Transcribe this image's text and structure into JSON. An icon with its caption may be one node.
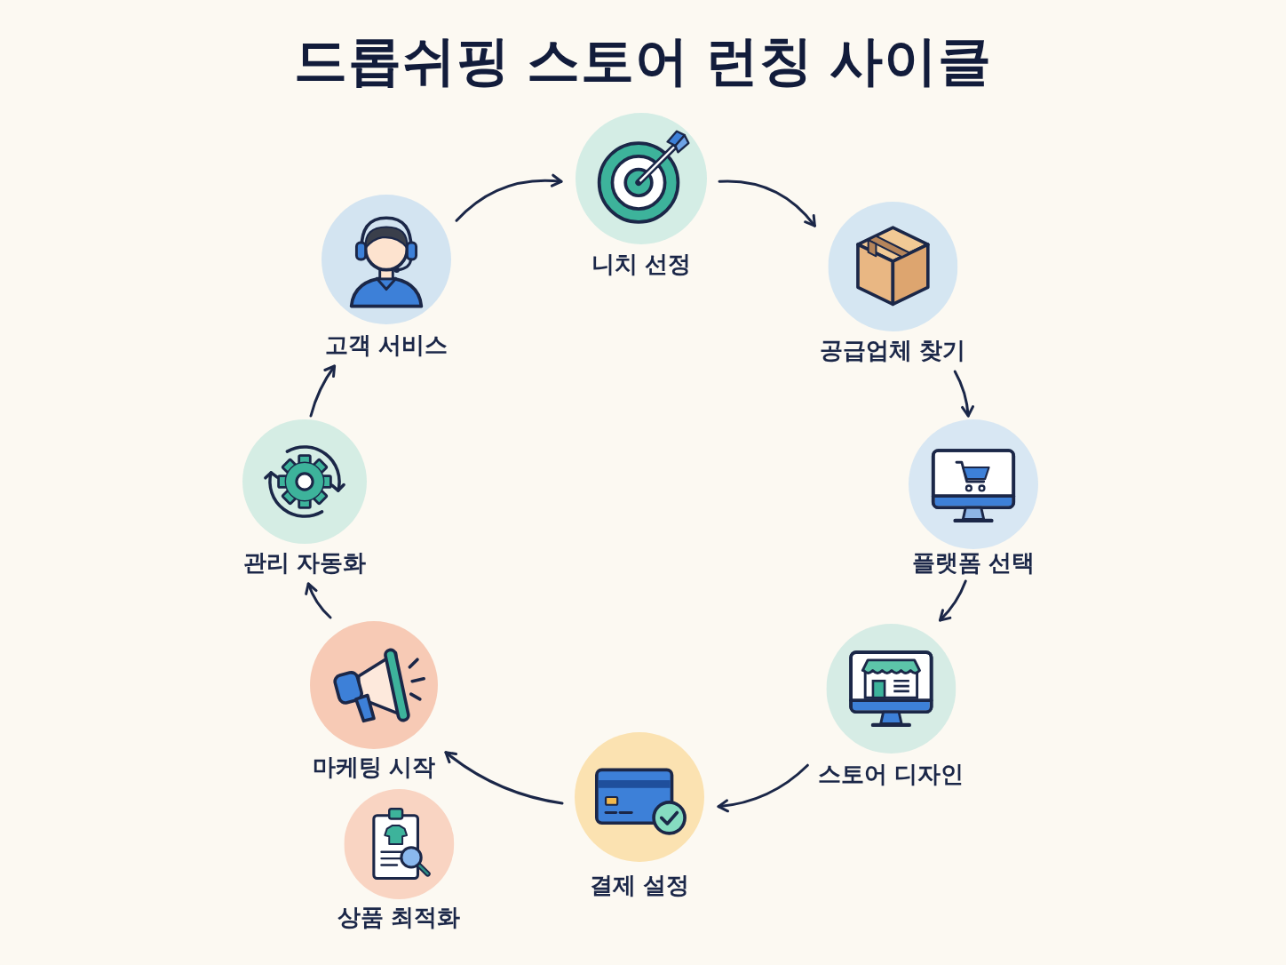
{
  "diagram": {
    "title": "드롭쉬핑 스토어 런칭 사이클",
    "nodes": [
      {
        "text": [
          "니치 선정"
        ]
      },
      {
        "text": [
          "공급업체 찾기"
        ]
      },
      {
        "text": [
          "플랫폼 선택"
        ]
      },
      {
        "text": [
          "스토어 디자인"
        ]
      },
      {
        "text": [
          "결제 설정"
        ]
      },
      {
        "text": [
          "마케팅 시작"
        ]
      },
      {
        "text": [
          "관리 자동화"
        ]
      },
      {
        "text": [
          "고객 서비스"
        ]
      },
      {
        "text": [
          "상품 최적화"
        ]
      }
    ],
    "edges": [
      {
        "from": 7,
        "to": 0,
        "arrow": "to"
      },
      {
        "from": 0,
        "to": 1,
        "arrow": "to"
      },
      {
        "from": 1,
        "to": 2,
        "arrow": "to"
      },
      {
        "from": 2,
        "to": 3,
        "arrow": "to"
      },
      {
        "from": 3,
        "to": 4,
        "arrow": "to"
      },
      {
        "from": 4,
        "to": 5,
        "arrow": "to"
      },
      {
        "from": 5,
        "to": 6,
        "arrow": "to"
      },
      {
        "from": 6,
        "to": 7,
        "arrow": "to"
      }
    ]
  }
}
